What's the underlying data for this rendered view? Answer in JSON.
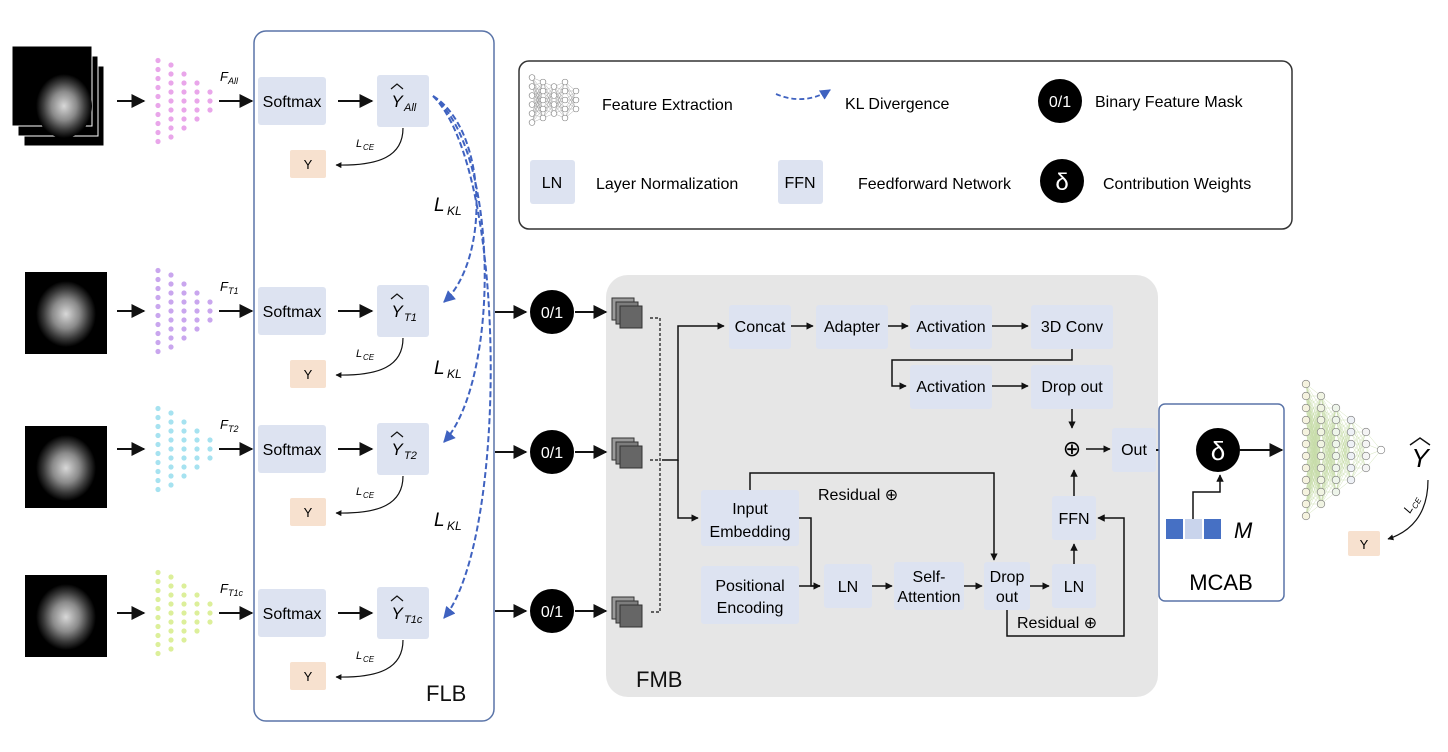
{
  "flb": {
    "title": "FLB",
    "rows": [
      {
        "feature": "F",
        "feature_sub": "All",
        "softmax": "Softmax",
        "pred": "Y",
        "pred_sub": "All",
        "target": "Y",
        "loss": "L",
        "loss_sub": "CE",
        "feat_color": "#e9a6ea"
      },
      {
        "feature": "F",
        "feature_sub": "T1",
        "softmax": "Softmax",
        "pred": "Y",
        "pred_sub": "T1",
        "target": "Y",
        "loss": "L",
        "loss_sub": "CE",
        "feat_color": "#c9a6ee"
      },
      {
        "feature": "F",
        "feature_sub": "T2",
        "softmax": "Softmax",
        "pred": "Y",
        "pred_sub": "T2",
        "target": "Y",
        "loss": "L",
        "loss_sub": "CE",
        "feat_color": "#a6e2f0"
      },
      {
        "feature": "F",
        "feature_sub": "T1c",
        "softmax": "Softmax",
        "pred": "Y",
        "pred_sub": "T1c",
        "target": "Y",
        "loss": "L",
        "loss_sub": "CE",
        "feat_color": "#dcef9a"
      }
    ],
    "kl": [
      {
        "main": "L",
        "sub": "KL"
      },
      {
        "main": "L",
        "sub": "KL"
      },
      {
        "main": "L",
        "sub": "KL"
      }
    ]
  },
  "legend": {
    "feature_extraction": "Feature Extraction",
    "kl_divergence": "KL Divergence",
    "binary_mask_symbol": "0/1",
    "binary_mask": "Binary Feature Mask",
    "ln_symbol": "LN",
    "layer_norm": "Layer Normalization",
    "ffn_symbol": "FFN",
    "ffn": "Feedforward Network",
    "delta_symbol": "δ",
    "contribution": "Contribution Weights"
  },
  "masks": [
    "0/1",
    "0/1",
    "0/1"
  ],
  "fmb": {
    "title": "FMB",
    "concat": "Concat",
    "adapter": "Adapter",
    "activation1": "Activation",
    "conv3d": "3D Conv",
    "activation2": "Activation",
    "dropout1": "Drop out",
    "plus_symbol": "⊕",
    "out": "Out",
    "input_embedding_1": "Input",
    "input_embedding_2": "Embedding",
    "positional_encoding_1": "Positional",
    "positional_encoding_2": "Encoding",
    "ln1": "LN",
    "self_attention_1": "Self-",
    "self_attention_2": "Attention",
    "dropout2_1": "Drop",
    "dropout2_2": "out",
    "ln2": "LN",
    "ffn": "FFN",
    "residual1": "Residual ⊕",
    "residual2": "Residual ⊕"
  },
  "mcab": {
    "title": "MCAB",
    "delta": "δ",
    "mask_label": "M"
  },
  "output": {
    "pred": "Y",
    "target": "Y",
    "loss": "L",
    "loss_sub": "CE"
  },
  "colors": {
    "box_fill": "#dde3f1",
    "target_fill": "#f7e1cf",
    "fmb_fill": "#e6e6e6",
    "flb_border": "#5a74a8",
    "kl_dash": "#3f62c0",
    "mask_blue": "#4670c4",
    "mask_light": "#c9d4ec"
  }
}
